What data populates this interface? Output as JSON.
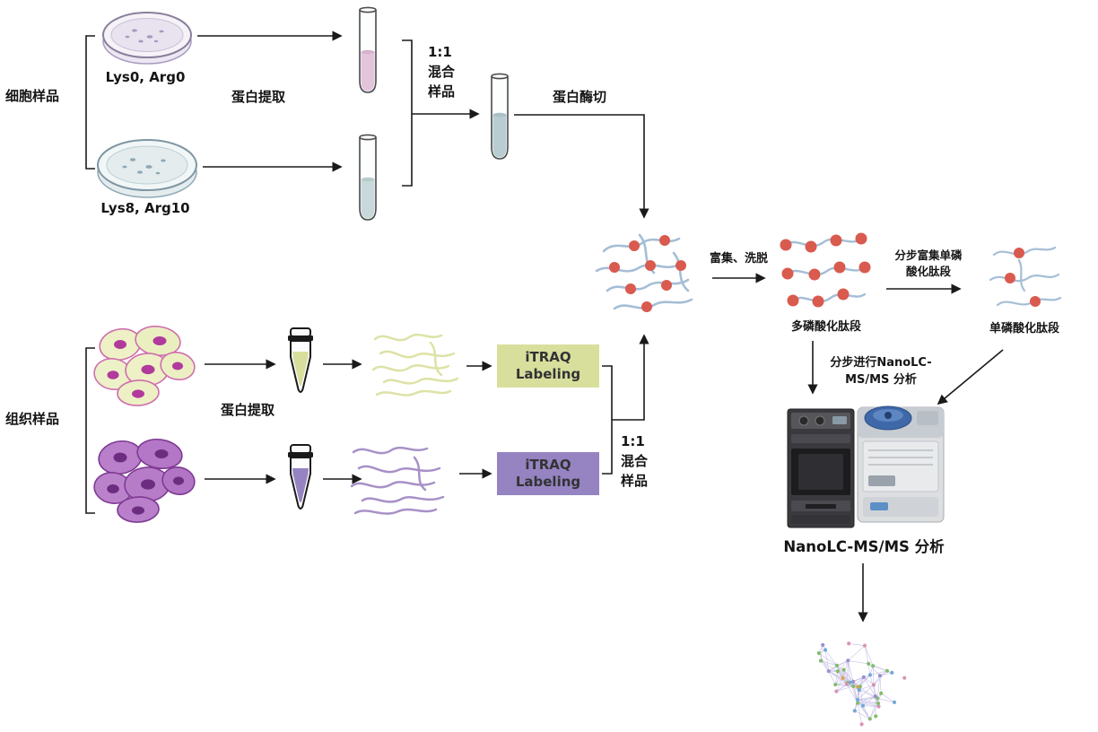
{
  "cell_section": {
    "group_label": "细胞样品",
    "dish_light_label": "Lys0, Arg0",
    "dish_heavy_label": "Lys8, Arg10",
    "extraction_label": "蛋白提取",
    "mix_label": "1:1\n混合\n样品",
    "digestion_label": "蛋白酶切"
  },
  "tissue_section": {
    "group_label": "组织样品",
    "extraction_label": "蛋白提取",
    "itraq_green_label": "iTRAQ\nLabeling",
    "itraq_purple_label": "iTRAQ\nLabeling",
    "mix_label": "1:1\n混合\n样品"
  },
  "enrichment": {
    "enrich_elute_label": "富集、洗脱",
    "multi_phospho_label": "多磷酸化肽段",
    "stepwise_enrich_label": "分步富集单磷\n酸化肽段",
    "mono_phospho_label": "单磷酸化肽段"
  },
  "analysis": {
    "stepwise_nanolc_label": "分步进行NanoLC-\nMS/MS 分析",
    "nanolc_label": "NanoLC-MS/MS 分析"
  },
  "colors": {
    "itraq_green": "#d8df9d",
    "itraq_purple": "#9583c2",
    "phospho_red": "#d95a4e",
    "peptide_blue": "#a5bed6",
    "peptide_green": "#dde2a6",
    "peptide_purple": "#a791c7",
    "tube_pink": "#e3c4da",
    "tube_blue": "#c9d8da",
    "tube_mixed": "#b7cdd2"
  }
}
